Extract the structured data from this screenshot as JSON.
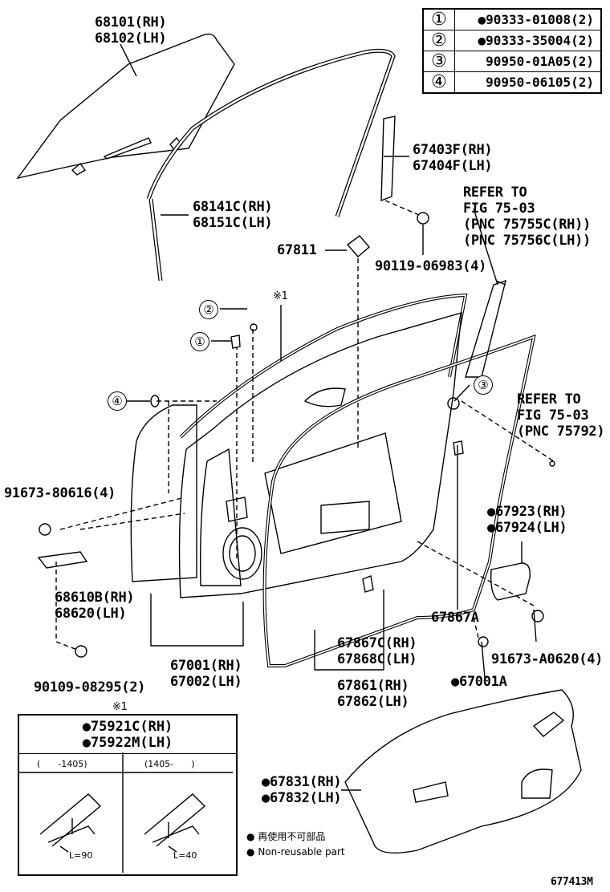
{
  "labels": {
    "glass": [
      "68101(RH)",
      "68102(LH)"
    ],
    "channel": [
      "68141C(RH)",
      "68151C(LH)"
    ],
    "frame_rear": [
      "67403F(RH)",
      "67404F(LH)"
    ],
    "refer1": [
      "REFER TO",
      "FIG 75-03",
      "(PNC 75755C(RH))",
      "(PNC 75756C(LH))"
    ],
    "part67811": "67811",
    "bolt90119": "90119-06983(4)",
    "star_top": "※1",
    "refer2": [
      "REFER TO",
      "FIG 75-03",
      "(PNC 75792)"
    ],
    "screw91673": "91673-80616(4)",
    "seal679": [
      "67923(RH)",
      "67924(LH)"
    ],
    "hinge": [
      "68610B(RH)",
      "68620(LH)"
    ],
    "clip67867A": "67867A",
    "screw91673A": "91673-A0620(4)",
    "bolt90109": "90109-08295(2)",
    "panel": [
      "67001(RH)",
      "67002(LH)"
    ],
    "clip67867C": [
      "67867C(RH)",
      "67868C(LH)"
    ],
    "weather": [
      "67861(RH)",
      "67862(LH)"
    ],
    "clip67001A": "67001A",
    "service_hole": [
      "67831(RH)",
      "67832(LH)"
    ],
    "fig_id": "677413M"
  },
  "fasteners": [
    {
      "n": "①",
      "part": "90333-01008(2)",
      "nonreusable": true
    },
    {
      "n": "②",
      "part": "90333-35004(2)",
      "nonreusable": true
    },
    {
      "n": "③",
      "part": "90950-01A05(2)",
      "nonreusable": false
    },
    {
      "n": "④",
      "part": "90950-06105(2)",
      "nonreusable": false
    }
  ],
  "callouts": {
    "c1": "①",
    "c2": "②",
    "c3": "③",
    "c4": "④"
  },
  "inset": {
    "star": "※1",
    "parts": [
      "75921C(RH)",
      "75922M(LH)"
    ],
    "range_left": "(　　-1405)",
    "range_right": "(1405-　　)",
    "l_left": "L=90",
    "l_right": "L=40"
  },
  "legend": {
    "jp": "再使用不可部品",
    "en": "Non-reusable part"
  }
}
